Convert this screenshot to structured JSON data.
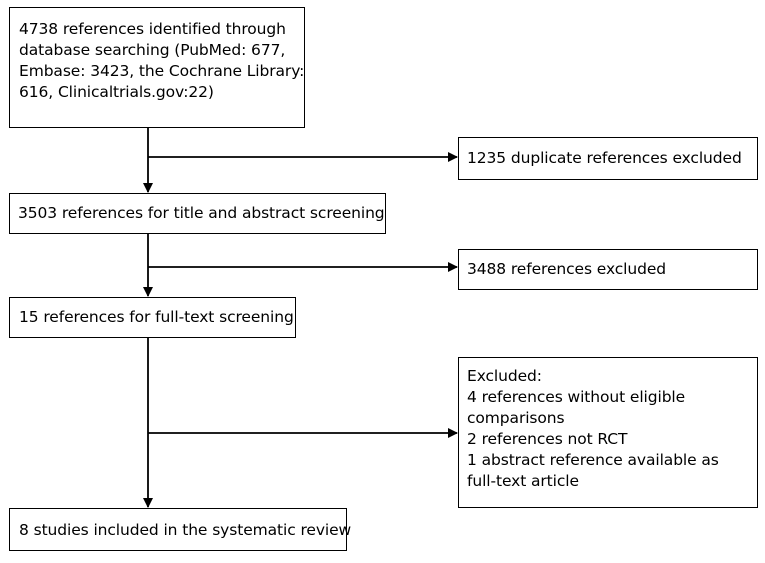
{
  "flow": {
    "identified": {
      "lines": [
        "4738 references identified through",
        "database searching (PubMed: 677,",
        "Embase: 3423, the Cochrane Library:",
        "616, Clinicaltrials.gov:22)"
      ]
    },
    "duplicates_excluded": {
      "text": "1235 duplicate references excluded"
    },
    "title_abstract_screening": {
      "text": "3503 references for title and abstract screening"
    },
    "screening_excluded": {
      "text": "3488 references excluded"
    },
    "fulltext_screening": {
      "text": "15 references for full-text screening"
    },
    "fulltext_excluded": {
      "lines": [
        "Excluded:",
        "4 references without eligible",
        "comparisons",
        "2 references not RCT",
        "1 abstract reference available as",
        "full-text article"
      ]
    },
    "included": {
      "text": "8 studies included in the systematic review"
    }
  }
}
